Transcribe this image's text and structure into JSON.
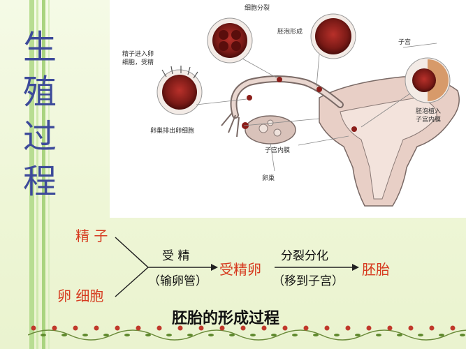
{
  "side_title": [
    "生",
    "殖",
    "过",
    "程"
  ],
  "anatomy_labels": {
    "cell_division": "细胞分裂",
    "blastocyst_forming": "胚泡形成",
    "sperm_enter": "精子进入卵\n细胞，受精",
    "uterus": "子宫",
    "ovulation": "卵巢排出卵细胞",
    "implantation": "胚泡植入\n子宫内膜",
    "endometrium": "子宫内膜",
    "ovary": "卵巢"
  },
  "flow": {
    "sperm": "精 子",
    "egg": "卵 细胞",
    "step1_top": "受 精",
    "step1_bottom": "（输卵管）",
    "zygote": "受精卵",
    "step2_top": "分裂分化",
    "step2_bottom": "（移到子宫）",
    "embryo": "胚胎"
  },
  "caption": "胚胎的形成过程",
  "colors": {
    "accent_red": "#d63a1f",
    "title_blue": "#3d4a9a",
    "background": "#f2f8de"
  }
}
